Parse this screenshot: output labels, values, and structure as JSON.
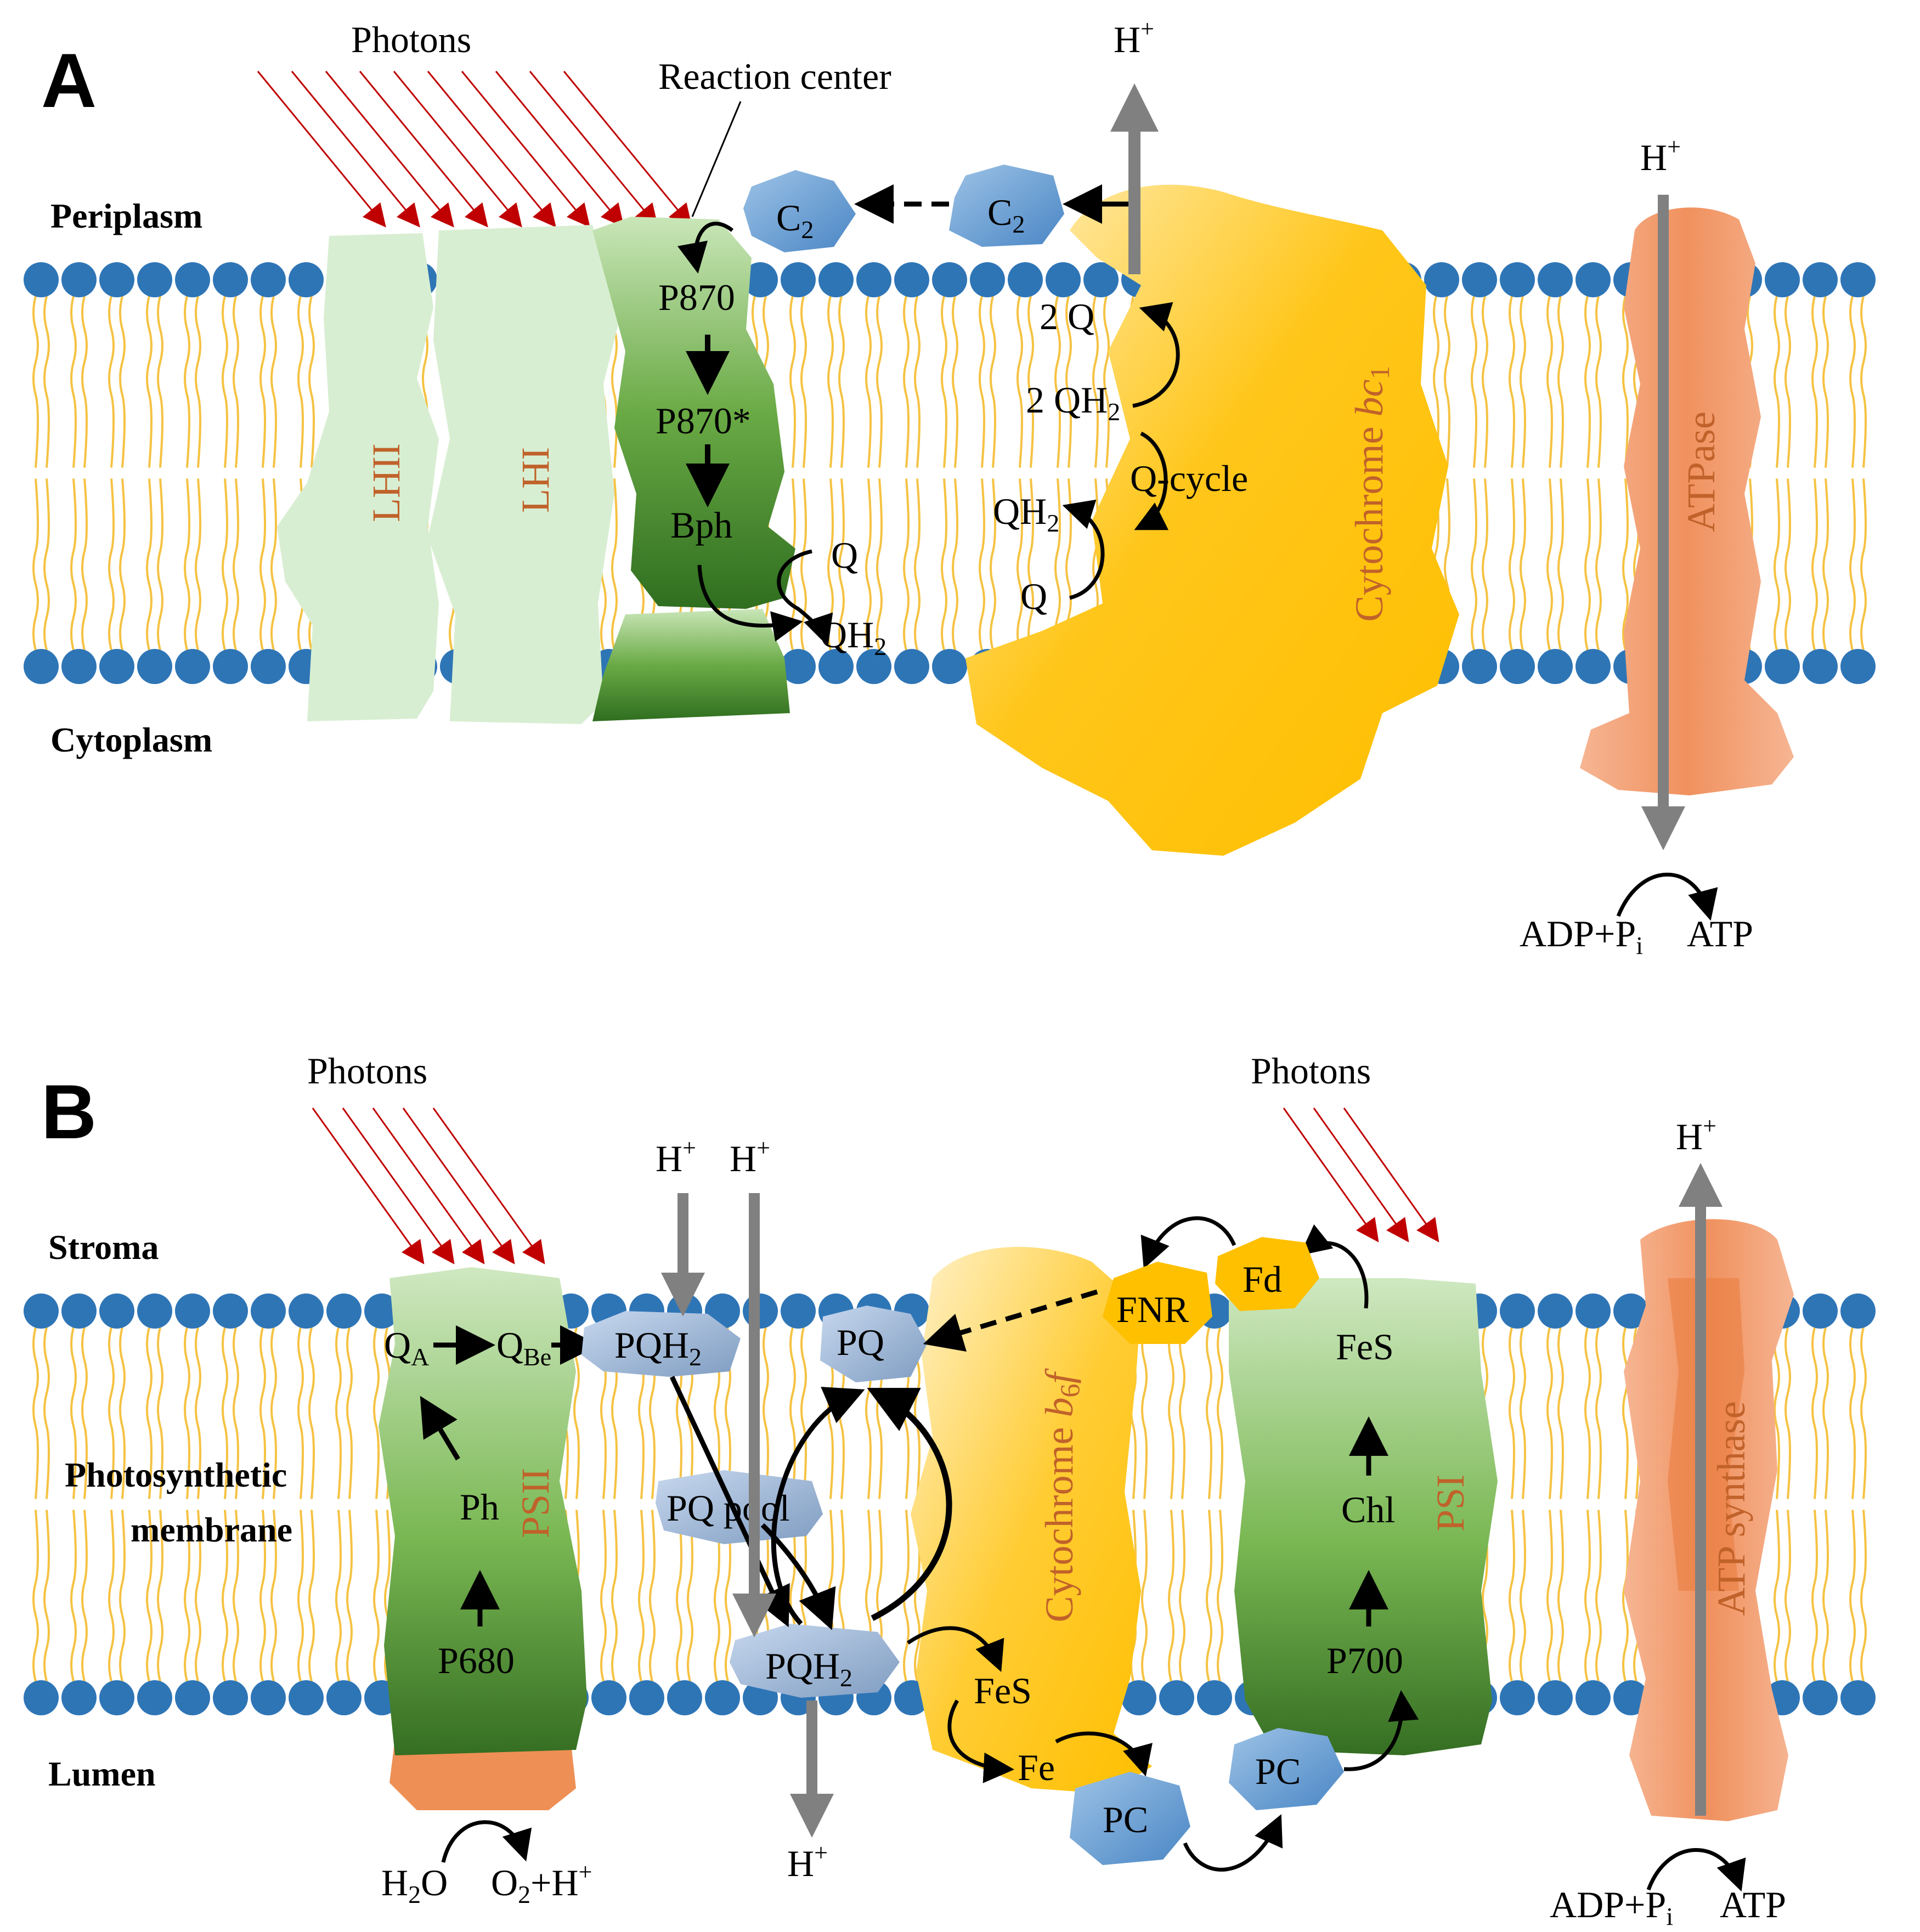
{
  "panel_a": {
    "letter": "A",
    "photons": "Photons",
    "reaction_center": "Reaction center",
    "h_plus": "H",
    "h_sup": "+",
    "periplasm": "Periplasm",
    "cytoplasm": "Cytoplasm",
    "lhii": "LHII",
    "lhi": "LHI",
    "p870": "P870",
    "p870_star": "P870*",
    "bph": "Bph",
    "q": "Q",
    "qh": "QH",
    "sub2": "2",
    "c": "C",
    "two_q": "2 Q",
    "two_qh": "2 QH",
    "q_cycle": "Q-cycle",
    "cytochrome": "Cytochrome ",
    "bc": "bc",
    "bc_sub": "1",
    "atpase": "ATPase",
    "adp": "ADP+P",
    "adp_sub": "i",
    "atp": "ATP"
  },
  "panel_b": {
    "letter": "B",
    "photons_left": "Photons",
    "photons_right": "Photons",
    "stroma": "Stroma",
    "photosynthetic": "Photosynthetic",
    "membrane": "membrane",
    "lumen": "Lumen",
    "q": "Q",
    "q_a_sub": "A",
    "q_be_sub": "Be",
    "ph": "Ph",
    "p680": "P680",
    "psii": "PSII",
    "pqh": "PQH",
    "sub2": "2",
    "pq": "PQ",
    "pq_pool": "PQ pool",
    "h": "H",
    "h_sup": "+",
    "cytochrome": "Cytochrome ",
    "b6": "b",
    "b6_sub": "6",
    "f": "f",
    "fes": "FeS",
    "fe": "Fe",
    "pc": "PC",
    "fnr": "FNR",
    "fd": "Fd",
    "chl": "Chl",
    "p700": "P700",
    "psi": "PSI",
    "atp_synthase": "ATP synthase",
    "h2o": "H",
    "h2o_o": "O",
    "o2": "O",
    "o2_rest": "+H",
    "adp": "ADP+P",
    "adp_sub": "i",
    "atp": "ATP"
  },
  "colors": {
    "lipid_head": "#2e75b6",
    "lipid_tail": "#f5c242",
    "antenna": "#d6ecd0",
    "reaction_center": "#5e9e3c",
    "cytochrome": "#ffc000",
    "atpase": "#f4a67a",
    "carrier": "#5b9bd5",
    "photon": "#c00000",
    "proton_arrow": "#808080"
  }
}
